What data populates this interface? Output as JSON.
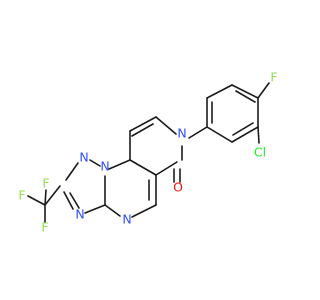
{
  "colors": {
    "carbon": "#1a1a1a",
    "nitrogen": "#3050f8",
    "oxygen": "#ff0d0d",
    "fluorine": "#90e050",
    "chlorine": "#1ff01f"
  },
  "labels": {
    "f_para": "F",
    "cl": "Cl",
    "o": "O",
    "n_lactam": "N",
    "n_bridge": "N",
    "n_triazole_1": "N",
    "n_triazole_4": "N",
    "n_pyrimidine": "N",
    "cf3_f_top": "F",
    "cf3_f_left": "F",
    "cf3_f_bottom": "F"
  }
}
